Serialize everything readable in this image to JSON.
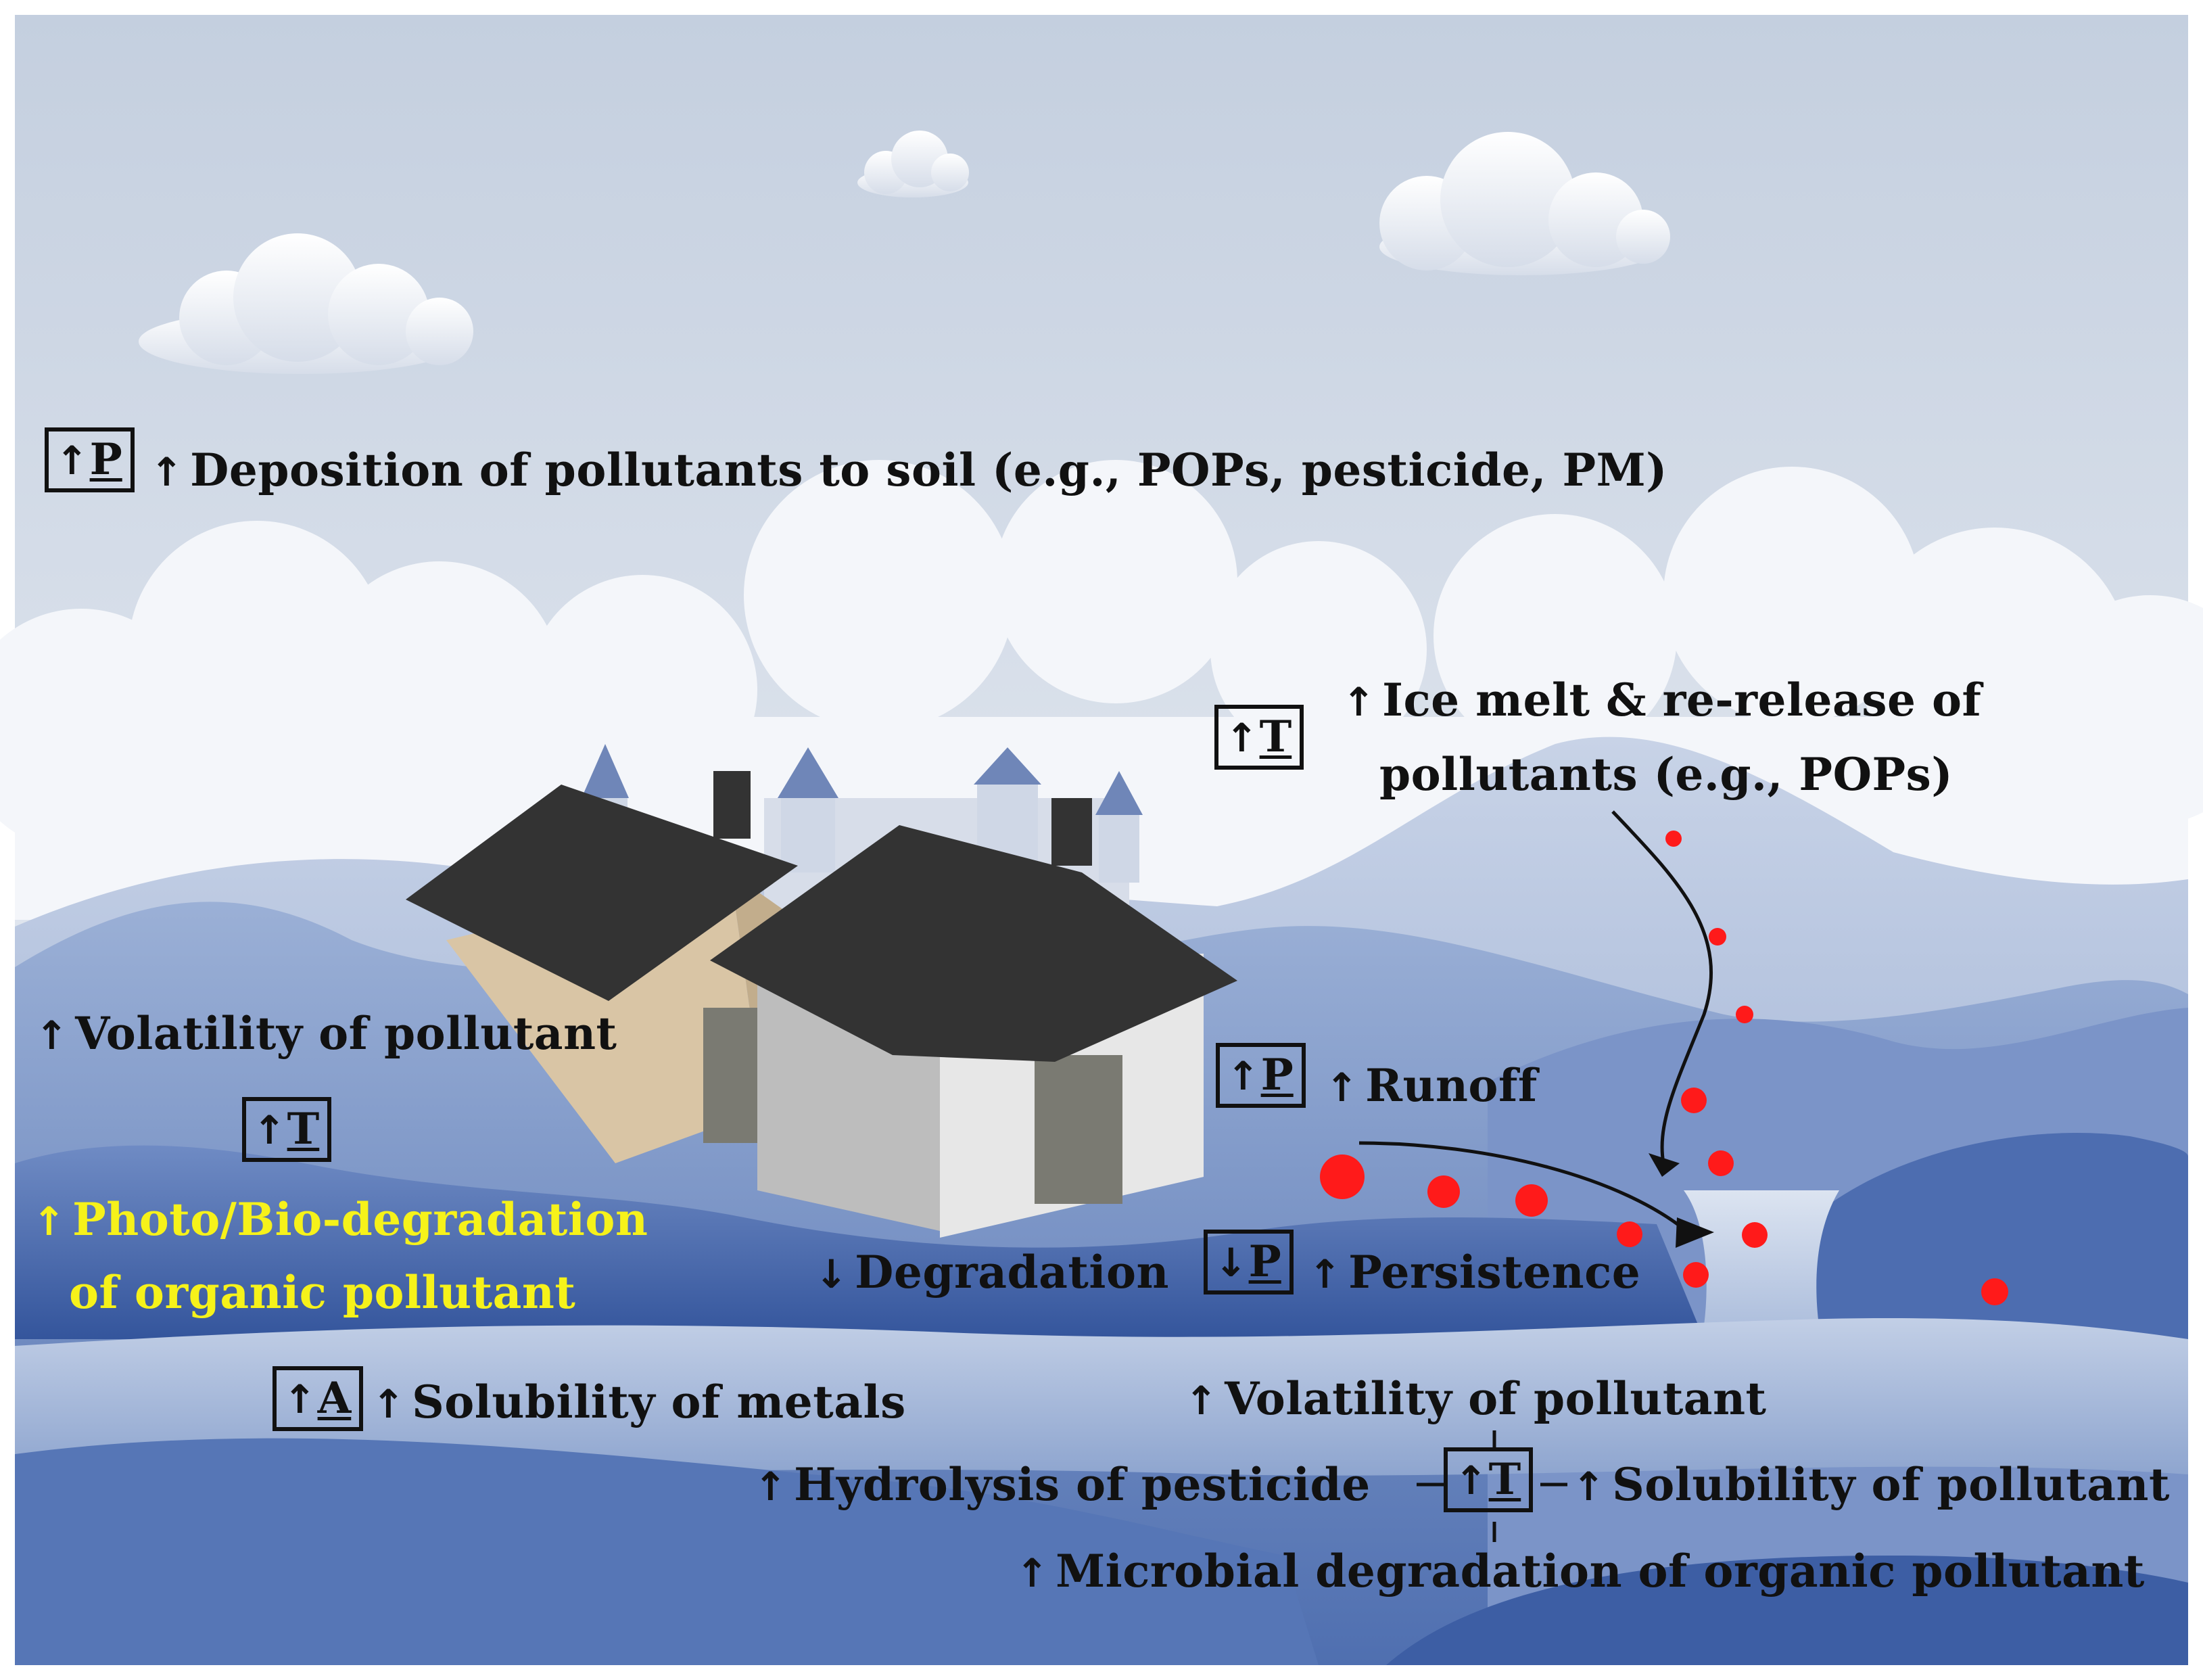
{
  "colors": {
    "sky_top": "#c6d0df",
    "sky_bottom": "#e6ebf2",
    "hill_dark": "#3c5fa3",
    "hill_mid": "#7d96c6",
    "hill_light": "#b8c7e2",
    "pollutant_dot": "#ff1a1a",
    "yellow_text": "#f6f21a",
    "roof": "#333333"
  },
  "arrows": {
    "up": "↑",
    "down": "↓"
  },
  "boxes": {
    "precip_top": "P",
    "temp_ice": "T",
    "temp_left": "T",
    "precip_runoff": "P",
    "precip_persist": "P",
    "acid": "A",
    "temp_bottom": "T"
  },
  "labels": {
    "deposition": "Deposition of pollutants to soil (e.g., POPs, pesticide, PM)",
    "ice_melt_1": "Ice melt & re-release of",
    "ice_melt_2": "pollutants (e.g., POPs)",
    "volatility_left": "Volatility of pollutant",
    "photo_bio_1": "Photo/Bio-degradation",
    "photo_bio_2": "of organic pollutant",
    "runoff": "Runoff",
    "degradation": "Degradation",
    "persistence": "Persistence",
    "solubility_metals": "Solubility of metals",
    "volatility_bottom": "Volatility of pollutant",
    "hydrolysis": "Hydrolysis of pesticide",
    "solubility_pollutant": "Solubility of pollutant",
    "microbial": "Microbial degradation of organic pollutant"
  }
}
